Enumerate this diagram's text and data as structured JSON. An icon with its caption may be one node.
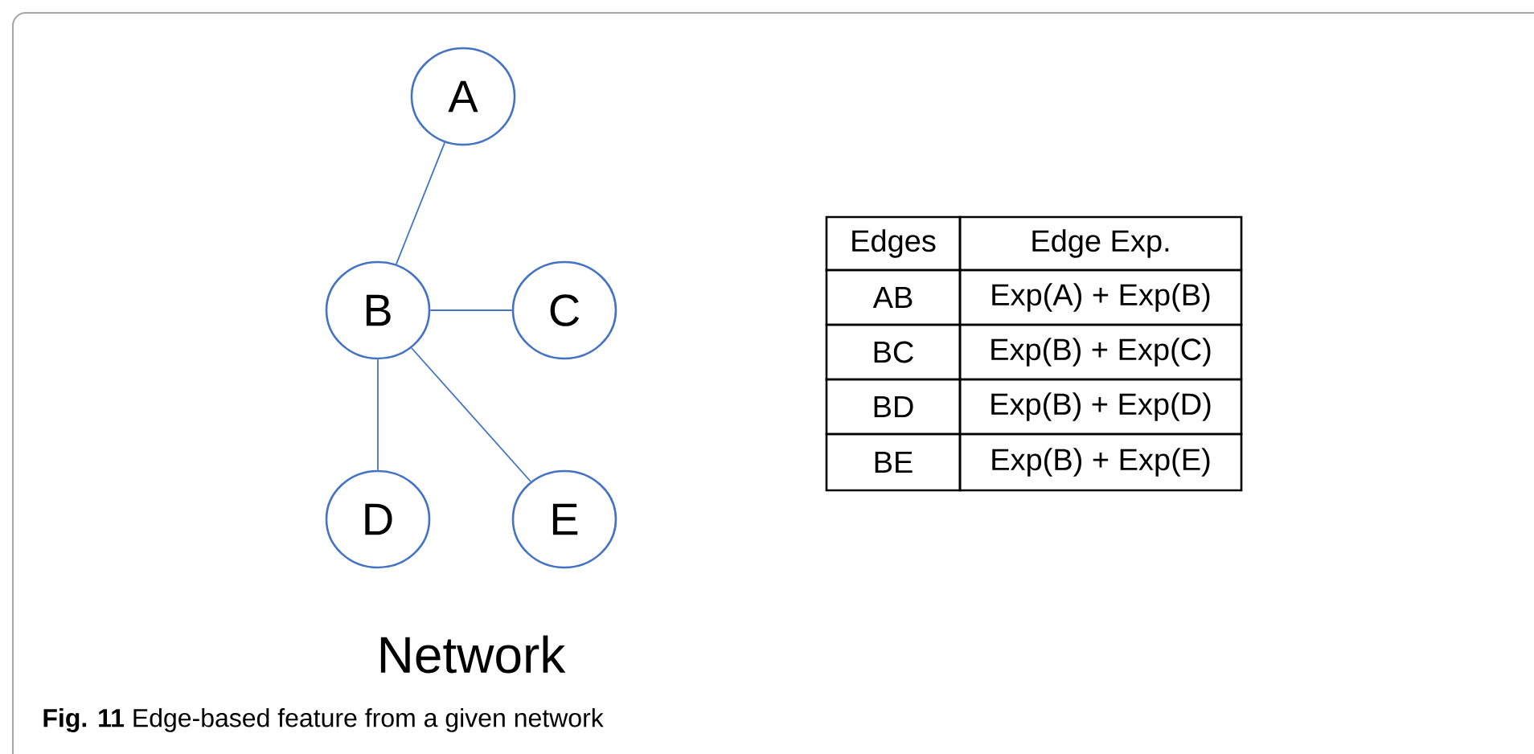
{
  "diagram": {
    "caption": "**Fig. 11** Edge-based feature from a given network",
    "nodes": [
      {
        "text": [
          "A"
        ]
      },
      {
        "text": [
          "B"
        ]
      },
      {
        "text": [
          "C"
        ]
      },
      {
        "text": [
          "D"
        ]
      },
      {
        "text": [
          "E"
        ]
      }
    ],
    "edges": [
      {
        "from": 0,
        "to": 1,
        "arrow": "none"
      },
      {
        "from": 1,
        "to": 2,
        "arrow": "none"
      },
      {
        "from": 1,
        "to": 3,
        "arrow": "none"
      },
      {
        "from": 1,
        "to": 4,
        "arrow": "none"
      }
    ],
    "labels": [
      "Network",
      "Edges",
      "Edge Exp.",
      "AB",
      "Exp(A) + Exp(B)",
      "BC",
      "Exp(B) + Exp(C)",
      "BD",
      "Exp(B) + Exp(D)",
      "BE",
      "Exp(B) + Exp(E)"
    ]
  }
}
